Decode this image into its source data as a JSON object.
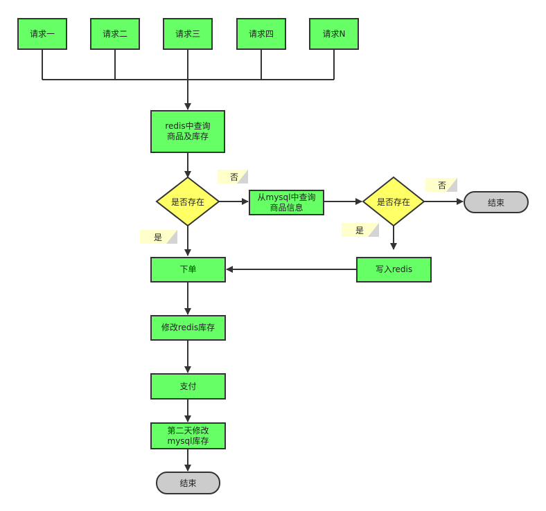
{
  "colors": {
    "process": "#66ff66",
    "decision": "#ffff66",
    "terminal": "#cccccc",
    "note": "#ffffcc",
    "stroke": "#333333"
  },
  "requests": [
    "请求一",
    "请求二",
    "请求三",
    "请求四",
    "请求N"
  ],
  "steps": {
    "query_redis": "redis中查询商品及库存",
    "exists_1": "是否存在",
    "query_mysql": "从mysql中查询商品信息",
    "exists_2": "是否存在",
    "end_right": "结束",
    "write_redis": "写入redis",
    "order": "下单",
    "update_redis_stock": "修改redis库存",
    "pay": "支付",
    "next_day_update_mysql": "第二天修改mysql库存",
    "end_bottom": "结束"
  },
  "labels": {
    "no_1": "否",
    "yes_1": "是",
    "no_2": "否",
    "yes_2": "是"
  }
}
